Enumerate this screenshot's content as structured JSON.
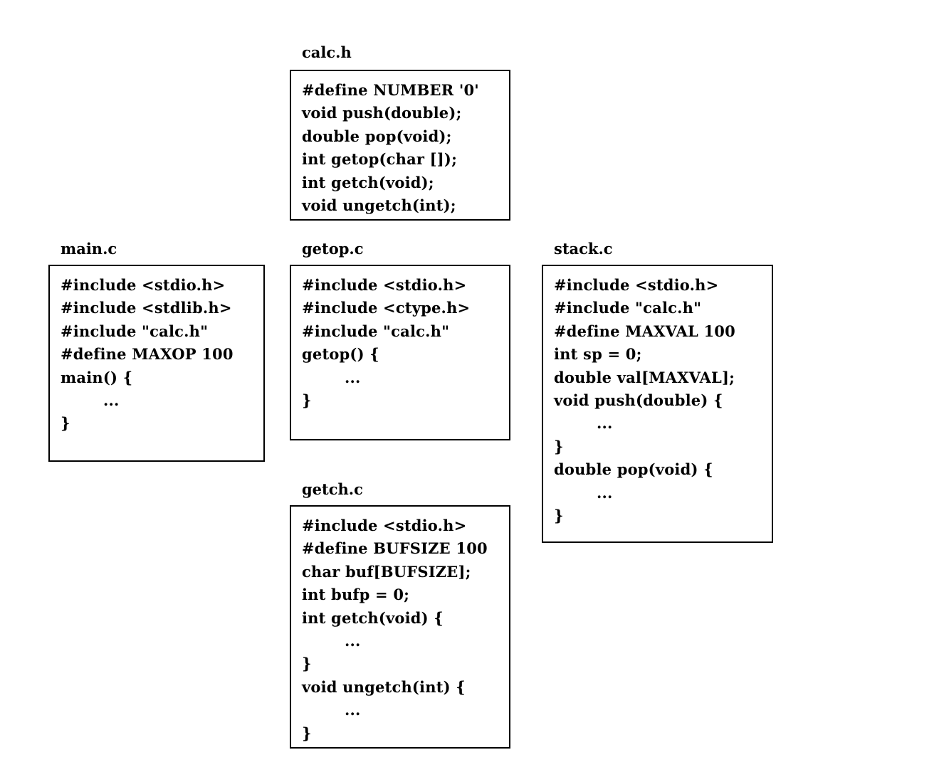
{
  "files": {
    "calc_h": {
      "name": "calc.h",
      "lines": [
        "#define NUMBER '0'",
        "void push(double);",
        "double pop(void);",
        "int getop(char []);",
        "int getch(void);",
        "void ungetch(int);"
      ]
    },
    "main_c": {
      "name": "main.c",
      "lines": [
        "#include <stdio.h>",
        "#include <stdlib.h>",
        "#include \"calc.h\"",
        "#define MAXOP 100",
        "main() {",
        "...",
        "}"
      ]
    },
    "getop_c": {
      "name": "getop.c",
      "lines": [
        "#include <stdio.h>",
        "#include <ctype.h>",
        "#include \"calc.h\"",
        "getop() {",
        "...",
        "}"
      ]
    },
    "stack_c": {
      "name": "stack.c",
      "lines": [
        "#include <stdio.h>",
        "#include \"calc.h\"",
        "#define MAXVAL 100",
        "int sp = 0;",
        "double val[MAXVAL];",
        "void push(double) {",
        "...",
        "}",
        "double pop(void) {",
        "...",
        "}"
      ]
    },
    "getch_c": {
      "name": "getch.c",
      "lines": [
        "#include <stdio.h>",
        "#define BUFSIZE 100",
        "char buf[BUFSIZE];",
        "int bufp = 0;",
        "int getch(void) {",
        "...",
        "}",
        "void ungetch(int) {",
        "...",
        "}"
      ]
    }
  }
}
